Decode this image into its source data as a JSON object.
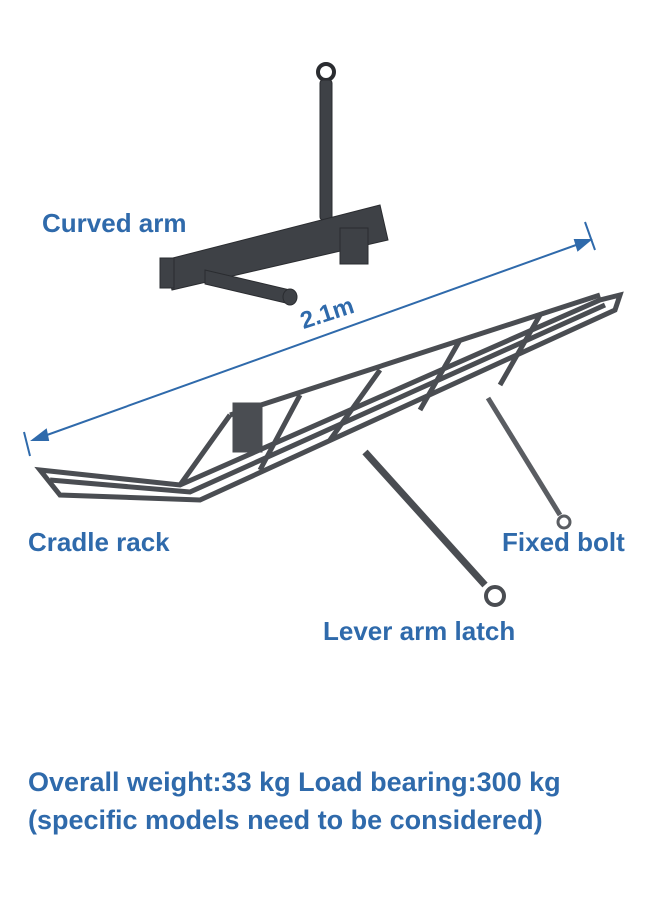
{
  "labels": {
    "curved_arm": "Curved arm",
    "dimension": "2.1m",
    "cradle_rack": "Cradle rack",
    "fixed_bolt": "Fixed bolt",
    "lever_arm_latch": "Lever arm latch"
  },
  "specs": {
    "line1": "Overall weight:33 kg Load bearing:300 kg",
    "line2": "(specific models need to be considered)"
  },
  "colors": {
    "label": "#2f6aab",
    "metal": "#4a4d52"
  }
}
